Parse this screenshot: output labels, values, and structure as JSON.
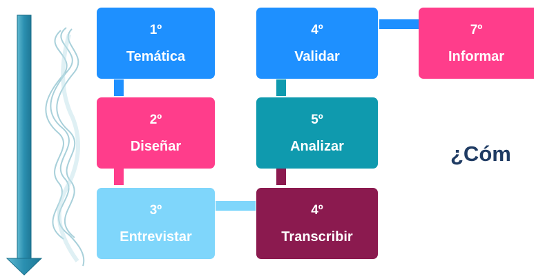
{
  "steps": [
    {
      "id": "tematica",
      "num": "1º",
      "label": "Temática",
      "color": "#1e90ff"
    },
    {
      "id": "disenar",
      "num": "2º",
      "label": "Diseñar",
      "color": "#ff3d8b"
    },
    {
      "id": "entrevistar",
      "num": "3º",
      "label": "Entrevistar",
      "color": "#7fd6fb"
    },
    {
      "id": "transcribir",
      "num": "4º",
      "label": "Transcribir",
      "color": "#8b1a4f"
    },
    {
      "id": "analizar",
      "num": "5º",
      "label": "Analizar",
      "color": "#0f9aae"
    },
    {
      "id": "validar",
      "num": "4º",
      "label": "Validar",
      "color": "#1e90ff"
    },
    {
      "id": "informar",
      "num": "7º",
      "label": "Informar",
      "color": "#ff3d8b"
    }
  ],
  "question": "¿Cóm",
  "colors": {
    "arrow": "#2a8fb0",
    "ribbon": "#9fcbd6",
    "question": "#1f3b63"
  }
}
